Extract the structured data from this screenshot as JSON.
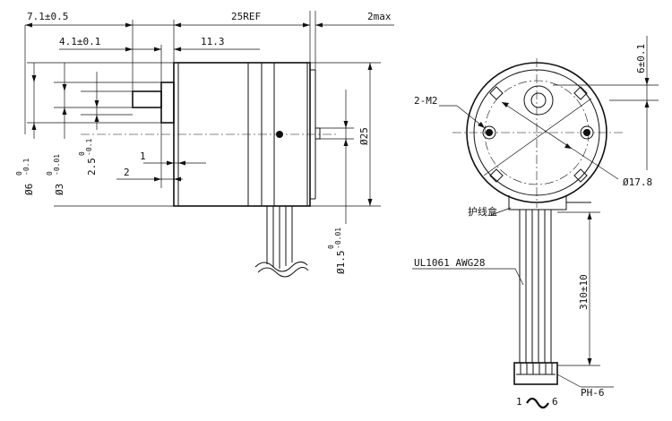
{
  "dims": {
    "d_7_1": "7.1±0.5",
    "d_25ref": "25REF",
    "d_2max": "2max",
    "d_4_1": "4.1±0.1",
    "d_11_3": "11.3",
    "d_1": "1",
    "d_2": "2",
    "d_6": "Ø6",
    "d_6_tol": "0\n-0.1",
    "d_3": "Ø3",
    "d_3_tol": "0\n-0.01",
    "d_2_5": "2.5",
    "d_2_5_tol": "0\n-0.1",
    "d_25": "Ø25",
    "d_1_5": "Ø1.5",
    "d_1_5_tol": "0\n-0.01",
    "d_2m2": "2-M2",
    "d_6_0_1": "6±0.1",
    "d_17_8": "Ø17.8",
    "d_310": "310±10"
  },
  "labels": {
    "cover": "护线盒",
    "wire": "UL1061 AWG28",
    "connector": "PH-6",
    "pin_start": "1",
    "pin_end": "6"
  }
}
